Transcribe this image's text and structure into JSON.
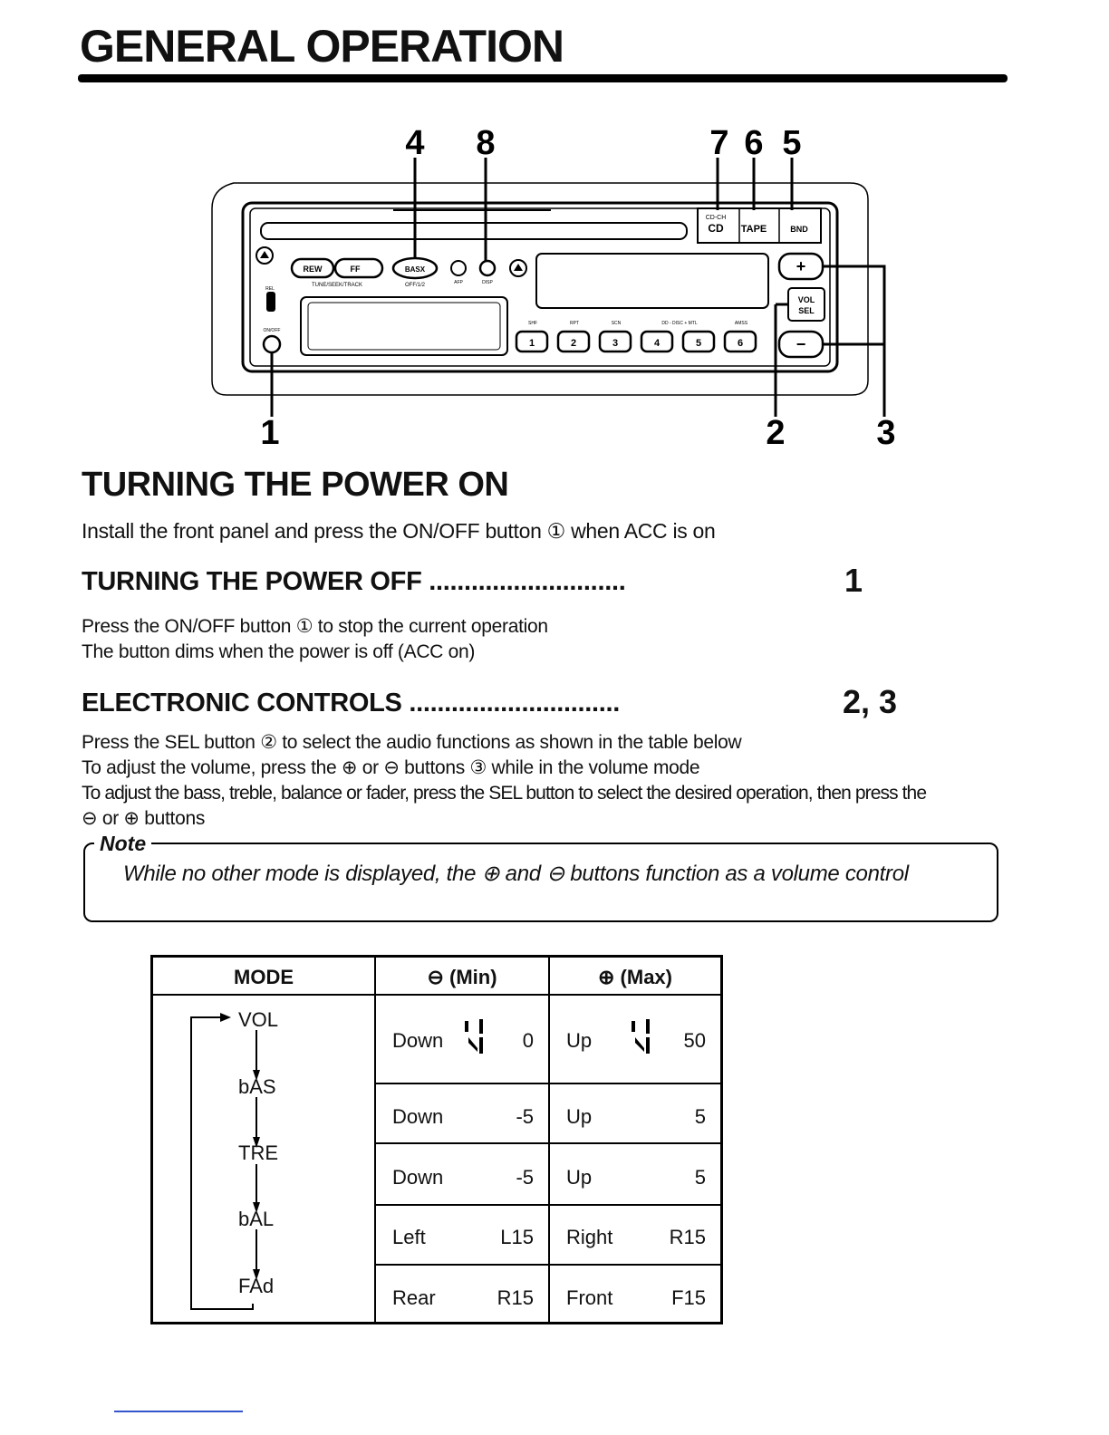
{
  "page": {
    "title": "GENERAL OPERATION"
  },
  "diagram": {
    "callouts_top": [
      "4",
      "8",
      "7",
      "6",
      "5"
    ],
    "callouts_bottom": [
      "1",
      "2",
      "3"
    ],
    "labels": {
      "rew": "REW",
      "ff": "FF",
      "basx": "BASX",
      "tune": "TUNE/SEEK/TRACK",
      "offmode": "OFF/1/2",
      "afp": "AFP",
      "disp": "DISP",
      "cdch": "CD-CH",
      "cd": "CD",
      "tape": "TAPE",
      "bnd": "BND",
      "vol": "VOL",
      "sel": "SEL",
      "rel": "REL",
      "onoff": "ON/OFF",
      "shf": "SHF",
      "rpt": "RPT",
      "scn": "SCN",
      "disc": "DD - DISC + MTL",
      "amss": "AMSS",
      "presets": [
        "1",
        "2",
        "3",
        "4",
        "5",
        "6"
      ]
    }
  },
  "sections": {
    "power_on": {
      "heading": "TURNING THE POWER ON",
      "text": "Install the front panel and press the ON/OFF button ① when ACC is on"
    },
    "power_off": {
      "heading": "TURNING THE POWER OFF ............................",
      "ref": "1",
      "lines": [
        "Press the ON/OFF button ① to stop the current operation",
        "The button dims when the power is off (ACC on)"
      ]
    },
    "electronic": {
      "heading": "ELECTRONIC CONTROLS ..............................",
      "ref": "2, 3",
      "lines": [
        "Press the SEL button ② to select the audio functions as shown in the table below",
        "To adjust the volume, press the ⊕ or ⊖ buttons ③ while in the volume mode",
        "To adjust the bass, treble, balance or fader, press the SEL button to select the desired operation, then press the",
        "⊖ or ⊕ buttons"
      ]
    }
  },
  "note": {
    "label": "Note",
    "text": "While no other mode is displayed, the ⊕ and ⊖ buttons function as a volume control"
  },
  "table": {
    "headers": [
      "MODE",
      "⊖ (Min)",
      "⊕ (Max)"
    ],
    "modes": [
      "VOL",
      "bAS",
      "TRE",
      "bAL",
      "FAd"
    ],
    "rows": [
      {
        "min_label": "Down",
        "min_value": "0",
        "max_label": "Up",
        "max_value": "50"
      },
      {
        "min_label": "Down",
        "min_value": "-5",
        "max_label": "Up",
        "max_value": "5"
      },
      {
        "min_label": "Down",
        "min_value": "-5",
        "max_label": "Up",
        "max_value": "5"
      },
      {
        "min_label": "Left",
        "min_value": "L15",
        "max_label": "Right",
        "max_value": "R15"
      },
      {
        "min_label": "Rear",
        "min_value": "R15",
        "max_label": "Front",
        "max_value": "F15"
      }
    ]
  }
}
